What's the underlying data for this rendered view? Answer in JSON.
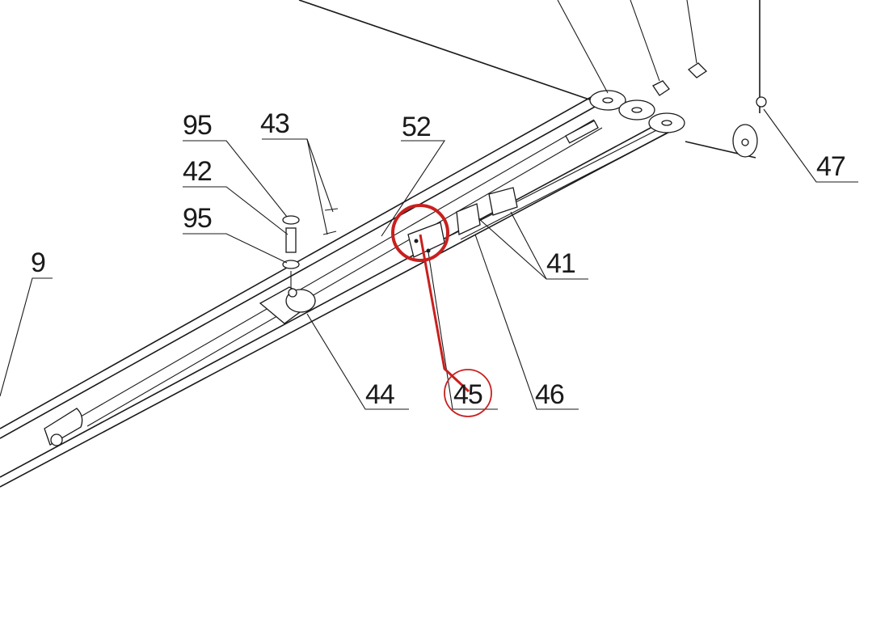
{
  "diagram": {
    "callouts": [
      {
        "id": "95a",
        "label": "95"
      },
      {
        "id": "43",
        "label": "43"
      },
      {
        "id": "52",
        "label": "52"
      },
      {
        "id": "42",
        "label": "42"
      },
      {
        "id": "95b",
        "label": "95"
      },
      {
        "id": "9",
        "label": "9"
      },
      {
        "id": "47",
        "label": "47"
      },
      {
        "id": "41",
        "label": "41"
      },
      {
        "id": "44",
        "label": "44"
      },
      {
        "id": "45",
        "label": "45"
      },
      {
        "id": "46",
        "label": "46"
      }
    ],
    "highlight": {
      "color": "#c8201e",
      "target_label": "45"
    }
  }
}
